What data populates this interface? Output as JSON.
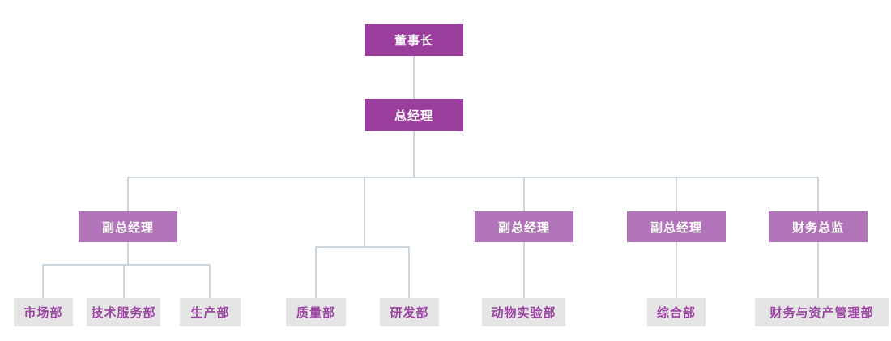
{
  "org_chart": {
    "type": "organization-chart",
    "colors": {
      "level1_2_fill": "#9b3d9d",
      "level3_fill": "#b274b8",
      "department_fill": "#e5e5e5",
      "department_text": "#9c44a4",
      "executive_text": "#ffffff",
      "connector_line": "#b8c8d2",
      "background": "#ffffff"
    },
    "nodes": {
      "chairman": {
        "label": "董事长"
      },
      "general_manager": {
        "label": "总经理"
      },
      "executives": [
        {
          "label": "副总经理",
          "departments": [
            "市场部",
            "技术服务部",
            "生产部"
          ]
        },
        {
          "label": "副总经理",
          "departments": [
            "动物实验部"
          ]
        },
        {
          "label": "副总经理",
          "departments": [
            "综合部"
          ]
        },
        {
          "label": "财务总监",
          "departments": [
            "财务与资产管理部"
          ]
        }
      ],
      "unlabeled_branch": {
        "departments": [
          "质量部",
          "研发部"
        ]
      },
      "departments": [
        {
          "label": "市场部"
        },
        {
          "label": "技术服务部"
        },
        {
          "label": "生产部"
        },
        {
          "label": "质量部"
        },
        {
          "label": "研发部"
        },
        {
          "label": "动物实验部"
        },
        {
          "label": "综合部"
        },
        {
          "label": "财务与资产管理部"
        }
      ]
    }
  }
}
